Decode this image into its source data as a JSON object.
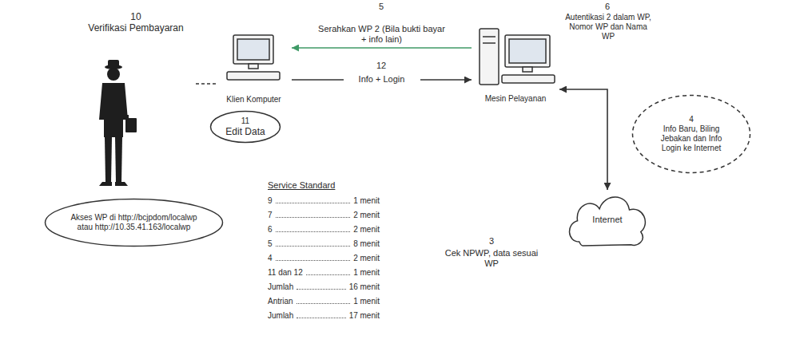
{
  "diagram": {
    "nodes": [
      {
        "text": [
          "10",
          "Verifikasi Pembayaran"
        ]
      },
      {
        "text": [
          "Klien Komputer"
        ]
      },
      {
        "text": [
          "Mesin Pelayanan"
        ]
      },
      {
        "text": [
          "Internet"
        ]
      },
      {
        "text": [
          "11",
          "Edit Data"
        ]
      },
      {
        "text": [
          "Akses WP di http://bcjpdom/localwp atau http://10.35.41.163/localwp"
        ]
      },
      {
        "text": [
          "4",
          "Info Baru, Biling Jebakan dan Info Login ke Internet"
        ]
      }
    ],
    "edges": [
      {
        "from": 0,
        "to": 1,
        "arrow": "none"
      },
      {
        "from": 2,
        "to": 1,
        "label": "Serahkan WP 2 (Bila bukti bayar + info lain)",
        "arrow": "to"
      },
      {
        "from": 1,
        "to": 2,
        "label": "Info + Login",
        "arrow": "to"
      },
      {
        "from": 2,
        "to": 3,
        "arrow": "both"
      }
    ],
    "labels": [
      "5",
      "12",
      "6",
      "Autentikasi 2 dalam WP, Nomor WP dan Nama WP",
      "Service Standard",
      "9",
      "1 menit",
      "7",
      "2 menit",
      "6",
      "2 menit",
      "5",
      "8 menit",
      "4",
      "2 menit",
      "11 dan 12",
      "1 menit",
      "Jumlah",
      "16 menit",
      "Antrian",
      "1 menit",
      "Jumlah",
      "17 menit",
      "3",
      "Cek NPWP, data sesuai WP"
    ]
  }
}
